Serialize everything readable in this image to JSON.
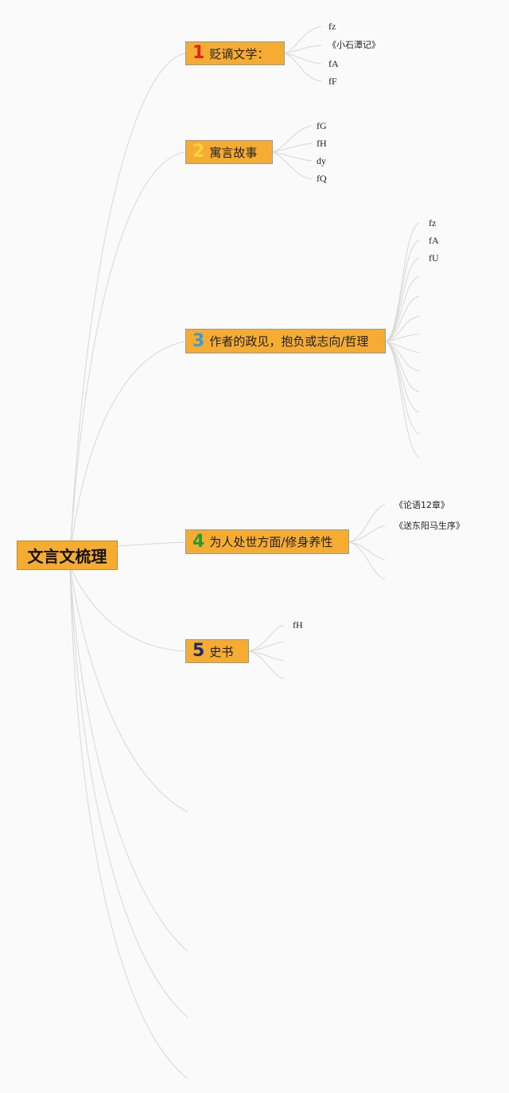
{
  "root": {
    "label": "文言文梳理"
  },
  "branches": [
    {
      "number": "1",
      "number_color": "#e0231b",
      "label": "贬谪文学：",
      "leaves": [
        "fz",
        "《小石潭记》",
        "fA",
        "fF"
      ]
    },
    {
      "number": "2",
      "number_color": "#f7d23e",
      "label": "寓言故事",
      "leaves": [
        "fG",
        "fH",
        "dy",
        "fQ"
      ]
    },
    {
      "number": "3",
      "number_color": "#3a9bd5",
      "label": "作者的政见，抱负或志向/哲理",
      "leaves": [
        "fz",
        "fA",
        "fU"
      ]
    },
    {
      "number": "4",
      "number_color": "#2a9a2e",
      "label": "为人处世方面/修身养性",
      "leaves": [
        "《论语12章》",
        "《送东阳马生序》"
      ]
    },
    {
      "number": "5",
      "number_color": "#222a6b",
      "label": "史书",
      "leaves": [
        "fH"
      ]
    }
  ]
}
